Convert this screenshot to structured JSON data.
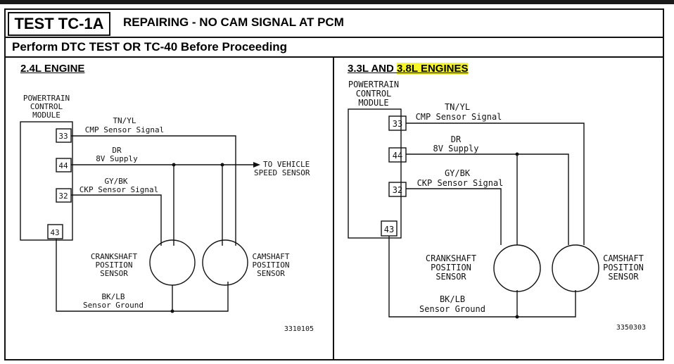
{
  "header": {
    "test_id": "TEST TC-1A",
    "title": "REPAIRING - NO CAM SIGNAL AT PCM",
    "instruction": "Perform DTC TEST OR TC-40 Before Proceeding"
  },
  "left_panel": {
    "heading": "2.4L ENGINE",
    "module_label": [
      "POWERTRAIN",
      "CONTROL",
      "MODULE"
    ],
    "pins": [
      "33",
      "44",
      "32",
      "43"
    ],
    "wires": {
      "cmp": [
        "TN/YL",
        "CMP Sensor Signal"
      ],
      "supply": [
        "DR",
        "8V Supply"
      ],
      "ckp": [
        "GY/BK",
        "CKP Sensor Signal"
      ],
      "ground": [
        "BK/LB",
        "Sensor Ground"
      ]
    },
    "vss_label": [
      "TO VEHICLE",
      "SPEED SENSOR"
    ],
    "crank_label": [
      "CRANKSHAFT",
      "POSITION",
      "SENSOR"
    ],
    "cam_label": [
      "CAMSHAFT",
      "POSITION",
      "SENSOR"
    ],
    "figure_number": "3310105"
  },
  "right_panel": {
    "heading_plain": "3.3L AND ",
    "heading_highlight": "3.8L ENGINES",
    "highlight_color": "#f6f626",
    "module_label": [
      "POWERTRAIN",
      "CONTROL",
      "MODULE"
    ],
    "pins": [
      "33",
      "44",
      "32",
      "43"
    ],
    "wires": {
      "cmp": [
        "TN/YL",
        "CMP Sensor Signal"
      ],
      "supply": [
        "DR",
        "8V Supply"
      ],
      "ckp": [
        "GY/BK",
        "CKP Sensor Signal"
      ],
      "ground": [
        "BK/LB",
        "Sensor Ground"
      ]
    },
    "crank_label": [
      "CRANKSHAFT",
      "POSITION",
      "SENSOR"
    ],
    "cam_label": [
      "CAMSHAFT",
      "POSITION",
      "SENSOR"
    ],
    "figure_number": "3350303"
  }
}
